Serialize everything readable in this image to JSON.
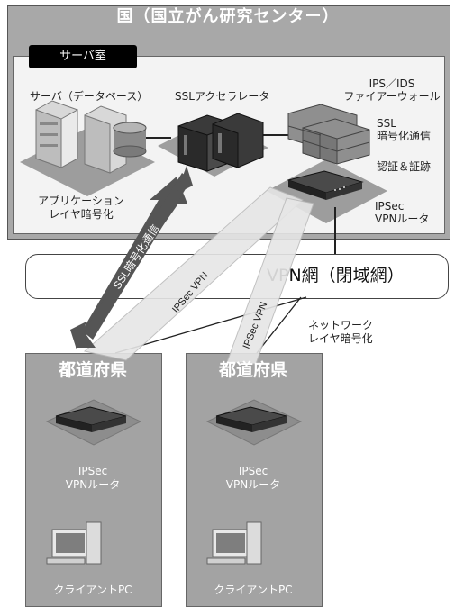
{
  "header": {
    "title": "国（国立がん研究センター）"
  },
  "server_room": {
    "tab_label": "サーバ室",
    "server_label": "サーバ（データベース）",
    "ssl_accel_label": "SSLアクセラレータ",
    "ips_line1": "IPS／IDS",
    "ips_line2": "ファイアーウォール",
    "ssl_enc_line1": "SSL",
    "ssl_enc_line2": "暗号化通信",
    "auth_label": "認証＆証跡",
    "app_enc_line1": "アプリケーション",
    "app_enc_line2": "レイヤ暗号化",
    "ipsec_router_line1": "IPSec",
    "ipsec_router_line2": "VPNルータ"
  },
  "network": {
    "vpn_net_label": "VPN網（閉域網）",
    "ssl_arrow_label": "SSL暗号化通信",
    "ipsec_vpn_label_1": "IPSec VPN",
    "ipsec_vpn_label_2": "IPSec VPN",
    "net_enc_line1": "ネットワーク",
    "net_enc_line2": "レイヤ暗号化"
  },
  "prefectures": [
    {
      "title": "都道府県",
      "router_line1": "IPSec",
      "router_line2": "VPNルータ",
      "client_label": "クライアントPC"
    },
    {
      "title": "都道府県",
      "router_line1": "IPSec",
      "router_line2": "VPNルータ",
      "client_label": "クライアントPC"
    }
  ],
  "colors": {
    "outer_bg": "#a8a8a8",
    "room_bg": "#f3f3f3",
    "platform": "#9d9d9d",
    "arrow": "#555555",
    "tunnel": "#e6e6e6",
    "firewall": "#8f8f8f"
  },
  "icons": [
    "database-server-icon",
    "ssl-accelerator-icon",
    "firewall-icon",
    "vpn-router-icon",
    "client-pc-icon"
  ]
}
